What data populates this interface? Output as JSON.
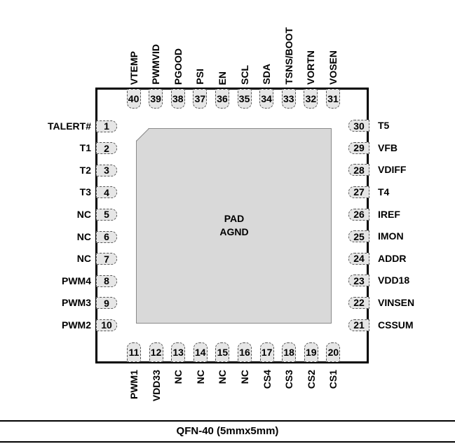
{
  "package": {
    "caption": "QFN-40 (5mmx5mm)"
  },
  "pad": {
    "line1": "PAD",
    "line2": "AGND"
  },
  "pins_left": [
    {
      "num": "1",
      "name": "TALERT#"
    },
    {
      "num": "2",
      "name": "T1"
    },
    {
      "num": "3",
      "name": "T2"
    },
    {
      "num": "4",
      "name": "T3"
    },
    {
      "num": "5",
      "name": "NC"
    },
    {
      "num": "6",
      "name": "NC"
    },
    {
      "num": "7",
      "name": "NC"
    },
    {
      "num": "8",
      "name": "PWM4"
    },
    {
      "num": "9",
      "name": "PWM3"
    },
    {
      "num": "10",
      "name": "PWM2"
    }
  ],
  "pins_bottom": [
    {
      "num": "11",
      "name": "PWM1"
    },
    {
      "num": "12",
      "name": "VDD33"
    },
    {
      "num": "13",
      "name": "NC"
    },
    {
      "num": "14",
      "name": "NC"
    },
    {
      "num": "15",
      "name": "NC"
    },
    {
      "num": "16",
      "name": "NC"
    },
    {
      "num": "17",
      "name": "CS4"
    },
    {
      "num": "18",
      "name": "CS3"
    },
    {
      "num": "19",
      "name": "CS2"
    },
    {
      "num": "20",
      "name": "CS1"
    }
  ],
  "pins_right": [
    {
      "num": "21",
      "name": "CSSUM"
    },
    {
      "num": "22",
      "name": "VINSEN"
    },
    {
      "num": "23",
      "name": "VDD18"
    },
    {
      "num": "24",
      "name": "ADDR"
    },
    {
      "num": "25",
      "name": "IMON"
    },
    {
      "num": "26",
      "name": "IREF"
    },
    {
      "num": "27",
      "name": "T4"
    },
    {
      "num": "28",
      "name": "VDIFF"
    },
    {
      "num": "29",
      "name": "VFB"
    },
    {
      "num": "30",
      "name": "T5"
    }
  ],
  "pins_top": [
    {
      "num": "31",
      "name": "VOSEN"
    },
    {
      "num": "32",
      "name": "VORTN"
    },
    {
      "num": "33",
      "name": "TSNS/BOOT"
    },
    {
      "num": "34",
      "name": "SDA"
    },
    {
      "num": "35",
      "name": "SCL"
    },
    {
      "num": "36",
      "name": "EN"
    },
    {
      "num": "37",
      "name": "PSI"
    },
    {
      "num": "38",
      "name": "PGOOD"
    },
    {
      "num": "39",
      "name": "PWMVID"
    },
    {
      "num": "40",
      "name": "VTEMP"
    }
  ],
  "colors": {
    "pad_fill": "#d9d9d9",
    "pin_fill": "#e6e6e6",
    "outline": "#000000"
  }
}
